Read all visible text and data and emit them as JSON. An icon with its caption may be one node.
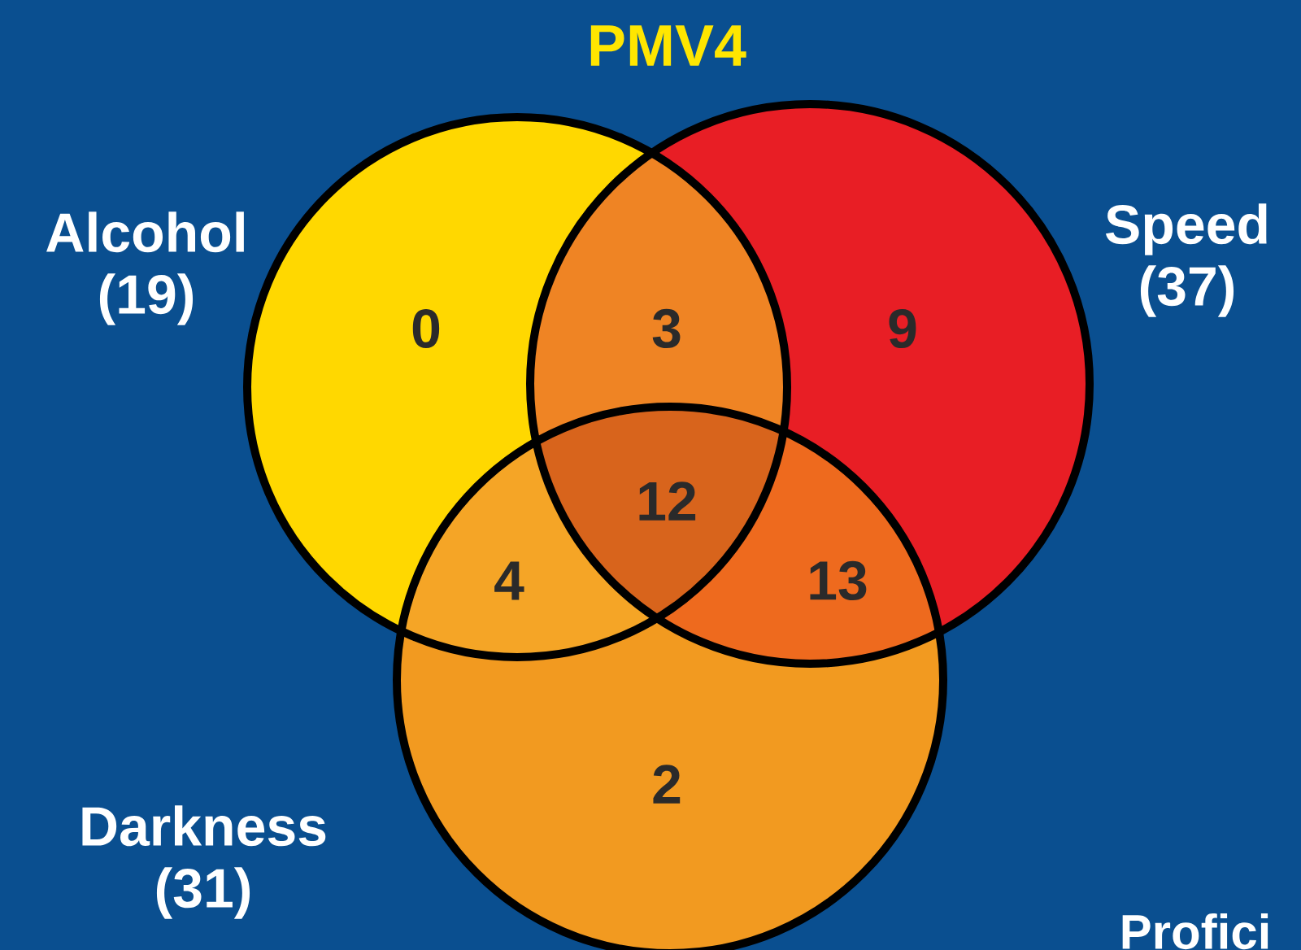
{
  "diagram": {
    "title": "PMV4",
    "nodes": [
      {
        "text": [
          "Alcohol (19)"
        ]
      },
      {
        "text": [
          "Speed (37)"
        ]
      },
      {
        "text": [
          "Darkness (31)"
        ]
      }
    ],
    "edges": [],
    "labels": [
      "0",
      "3",
      "9",
      "12",
      "4",
      "13",
      "2",
      "Profici"
    ]
  }
}
